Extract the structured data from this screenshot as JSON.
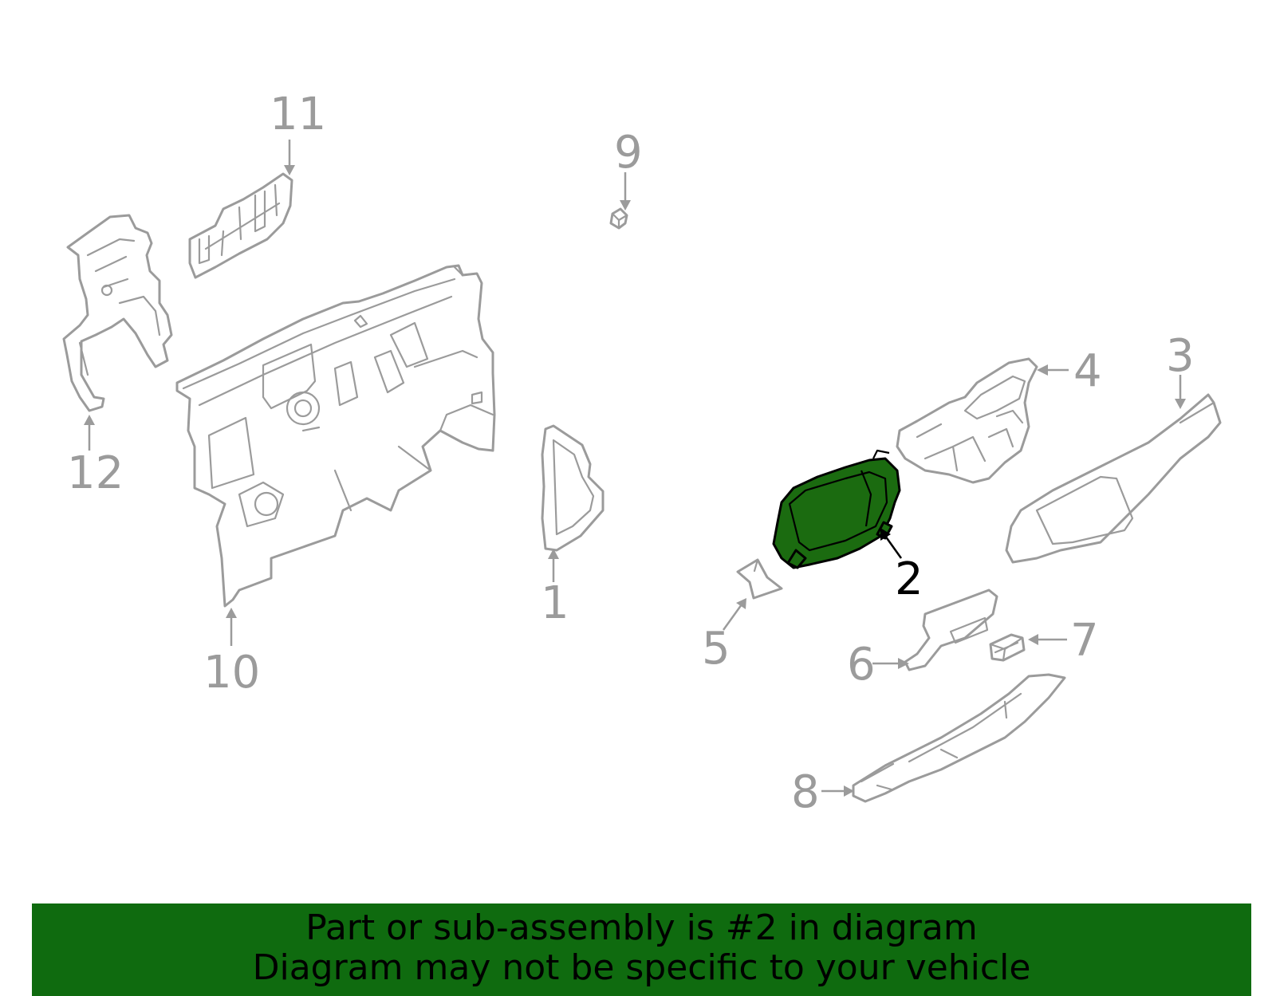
{
  "callouts": {
    "c1": "1",
    "c2": "2",
    "c3": "3",
    "c4": "4",
    "c5": "5",
    "c6": "6",
    "c7": "7",
    "c8": "8",
    "c9": "9",
    "c10": "10",
    "c11": "11",
    "c12": "12"
  },
  "highlight": {
    "part_number": "2",
    "color": "#1b6b10"
  },
  "banner": {
    "line1": "Part or sub-assembly is #2 in diagram",
    "line2": "Diagram may not be specific to your vehicle",
    "background": "#0f6b0f"
  }
}
